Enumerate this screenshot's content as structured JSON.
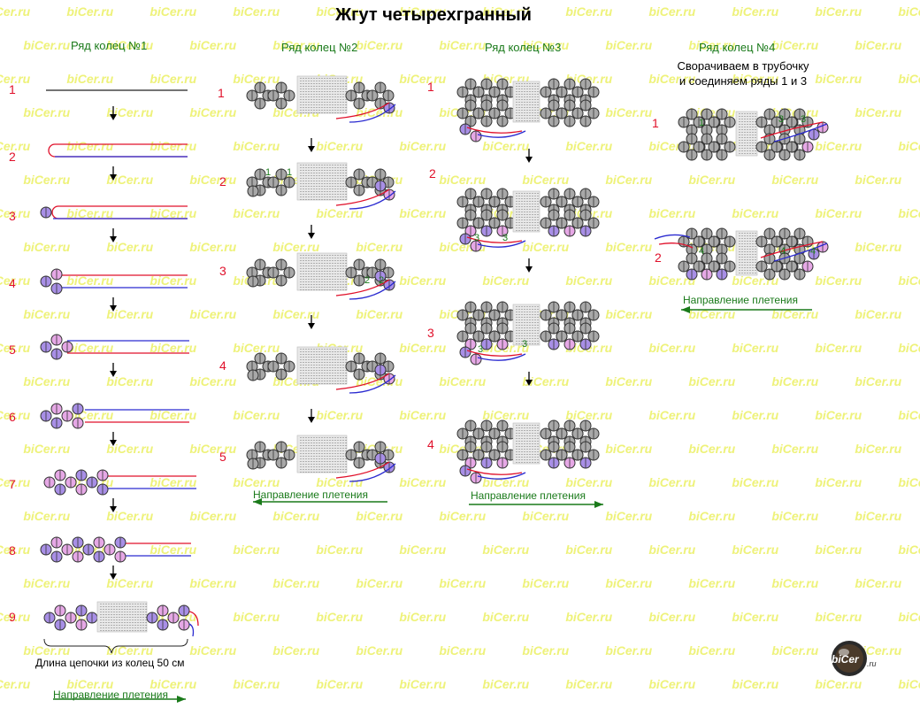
{
  "title": "Жгут четырехгранный",
  "watermark": "biCer.ru",
  "columns": {
    "c1": {
      "heading": "Ряд колец №1",
      "steps": [
        "1",
        "2",
        "3",
        "4",
        "5",
        "6",
        "7",
        "8",
        "9"
      ],
      "caption": "Длина цепочки из колец 50 см",
      "direction": "Направление плетения"
    },
    "c2": {
      "heading": "Ряд колец №2",
      "steps": [
        "1",
        "2",
        "3",
        "4",
        "5"
      ],
      "direction": "Направление плетения"
    },
    "c3": {
      "heading": "Ряд колец №3",
      "steps": [
        "1",
        "2",
        "3",
        "4"
      ],
      "direction": "Направление плетения"
    },
    "c4": {
      "heading": "Ряд колец №4",
      "note_line1": "Сворачиваем в трубочку",
      "note_line2": "и соединяем ряды 1 и 3",
      "steps": [
        "1",
        "2"
      ],
      "direction": "Направление плетения"
    }
  },
  "bead_labels": {
    "ring_number_1": "1",
    "ring_number_2": "2",
    "ring_number_3": "3",
    "ring_number_4": "4"
  },
  "logo": {
    "text": "biCer.ru"
  },
  "colors": {
    "red_thread": "#e0102a",
    "blue_thread": "#2a2ad0",
    "pink_bead": "#e6a8e6",
    "violet_bead": "#a88fe6",
    "gray_bead": "#a8a8a8",
    "green_text": "#1a7a1a",
    "watermark": "#eef27a"
  }
}
